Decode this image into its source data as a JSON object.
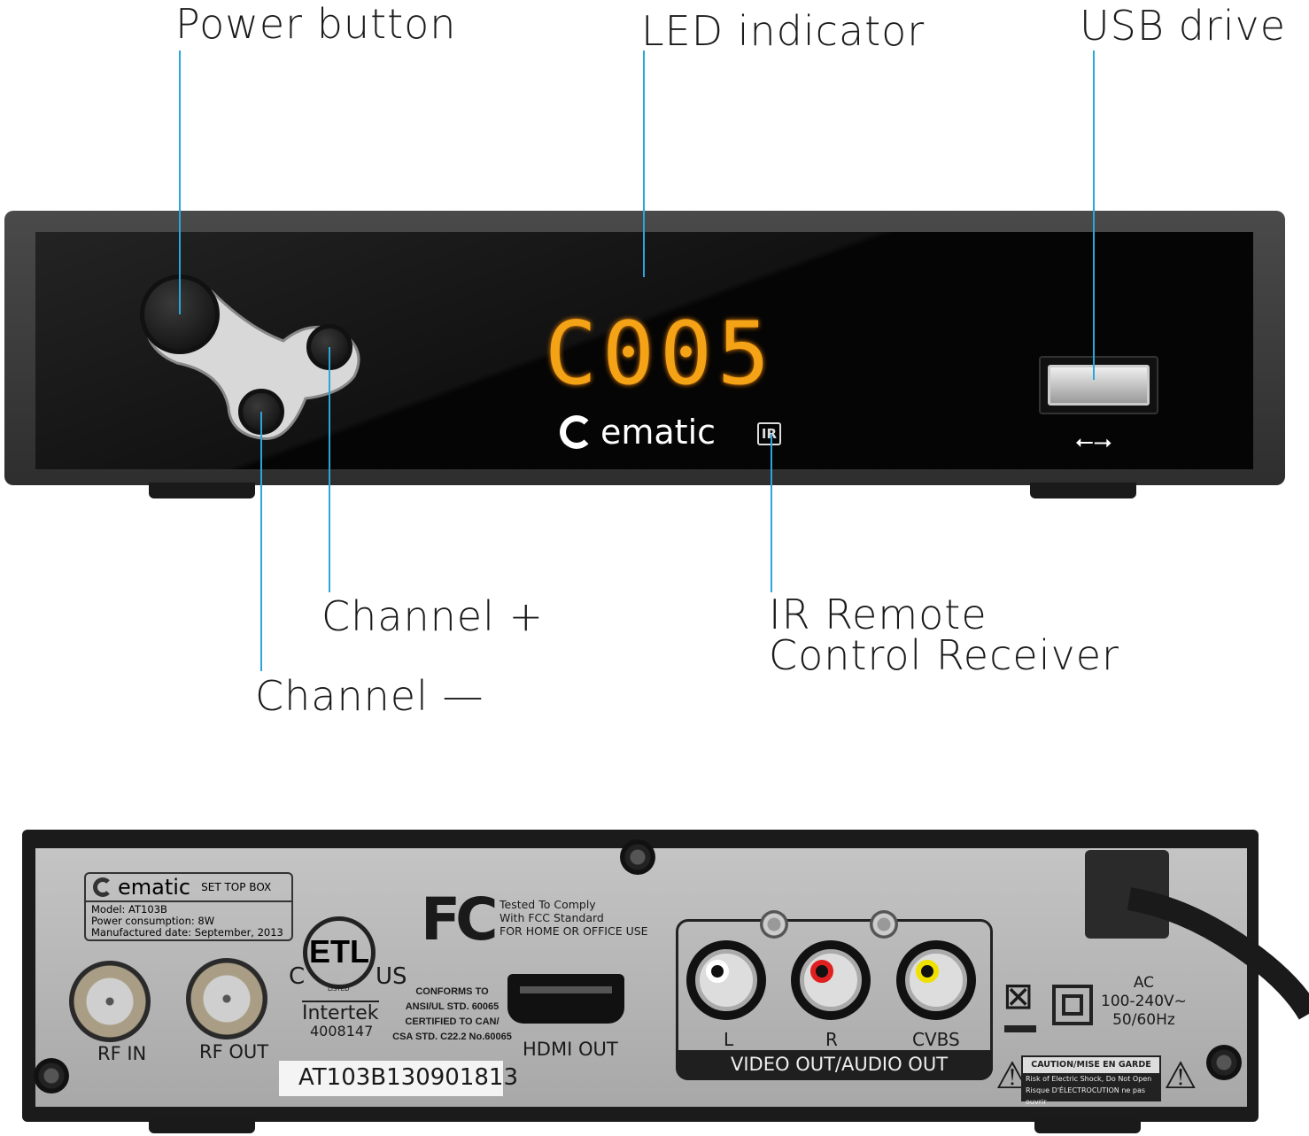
{
  "front": {
    "callouts": {
      "power": "Power button",
      "led": "LED indicator",
      "usb": "USB drive",
      "channel_plus": "Channel +",
      "channel_minus": "Channel —",
      "ir_line1": "IR Remote",
      "ir_line2": "Control Receiver"
    },
    "led_display": "C005",
    "brand": "ematic",
    "ir_badge": "IR",
    "colors": {
      "callout_line": "#2aa6dc",
      "led": "#f5a316"
    }
  },
  "back": {
    "label": {
      "brand": "ematic",
      "product": "SET TOP BOX",
      "model": "Model: AT103B",
      "power": "Power consumption: 8W",
      "date": "Manufactured date: September, 2013"
    },
    "fcc": {
      "logo": "FC",
      "line1": "Tested To Comply",
      "line2": "With FCC Standard",
      "line3": "FOR HOME OR OFFICE USE"
    },
    "etl": {
      "c": "C",
      "us": "US",
      "mark": "ETL",
      "listed": "LISTED",
      "intertek": "Intertek",
      "number": "4008147"
    },
    "conforms": [
      "CONFORMS TO",
      "ANSI/UL STD. 60065",
      "CERTIFIED TO CAN/",
      "CSA STD. C22.2 No.60065"
    ],
    "ports": {
      "rf_in": "RF IN",
      "rf_out": "RF OUT",
      "hdmi": "HDMI OUT",
      "l": "L",
      "r": "R",
      "cvbs": "CVBS",
      "av_group": "VIDEO OUT/AUDIO OUT"
    },
    "serial": "AT103B130901813",
    "power_rating": [
      "AC",
      "100-240V~",
      "50/60Hz"
    ],
    "caution": {
      "title": "CAUTION/MISE EN GARDE",
      "line1": "Risk of Electric Shock, Do Not Open",
      "line2": "Risque D'ÉLECTROCUTION ne pas ouvrir"
    }
  }
}
